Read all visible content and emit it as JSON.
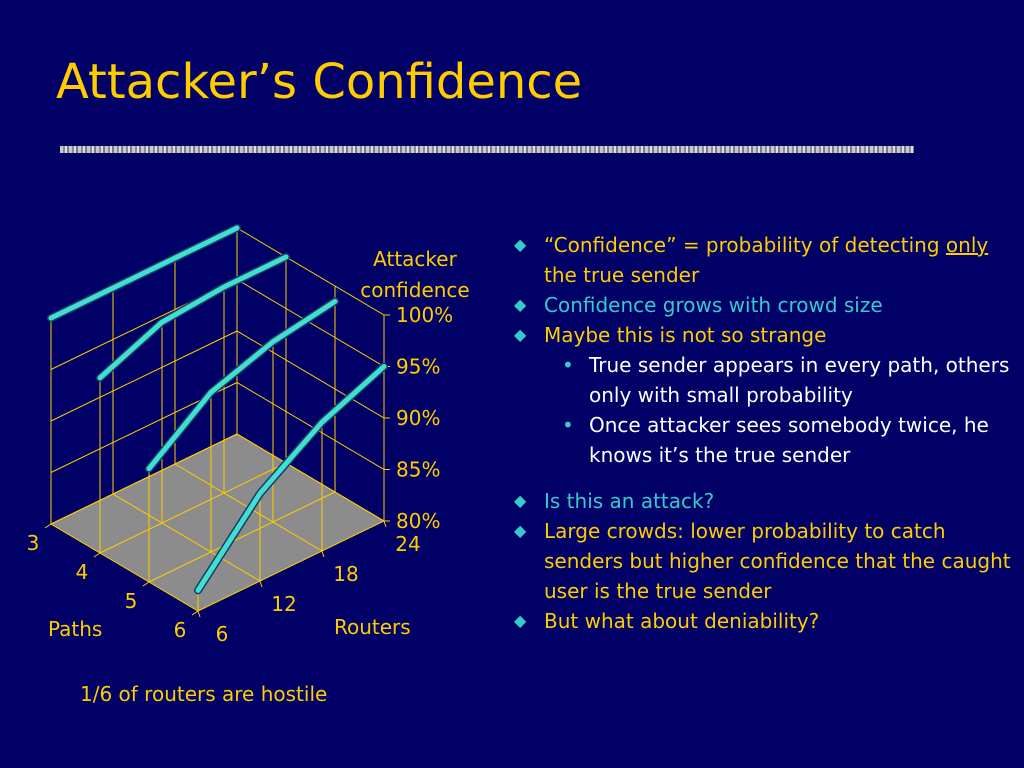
{
  "slide": {
    "title": "Attacker’s Confidence",
    "colors": {
      "background": "#000066",
      "title": "#FFCC00",
      "accent": "#33CCCC",
      "text": "#FFFFFF"
    }
  },
  "bullets": [
    {
      "level": 1,
      "color": "yellow",
      "parts": [
        "“Confidence” = probability of detecting ",
        "only",
        " the true sender"
      ],
      "underline_index": 1
    },
    {
      "level": 1,
      "color": "cyan",
      "text": "Confidence grows with crowd size"
    },
    {
      "level": 1,
      "color": "yellow",
      "text": "Maybe this is not so strange"
    },
    {
      "level": 2,
      "color": "white",
      "text": "True sender appears in every path, others only with small probability"
    },
    {
      "level": 2,
      "color": "white",
      "text": "Once attacker sees somebody twice, he knows it’s the true sender"
    },
    {
      "level": 1,
      "color": "cyan",
      "text": "Is this an attack?"
    },
    {
      "level": 1,
      "color": "yellow",
      "text": "Large crowds: lower probability to catch senders but higher confidence that the caught user is the true sender"
    },
    {
      "level": 1,
      "color": "yellow",
      "text": "But what about deniability?"
    }
  ],
  "chart_data": {
    "type": "line",
    "z_label": "Attacker confidence",
    "z_label_lines": [
      "Attacker",
      "confidence"
    ],
    "z_ticks": [
      "80%",
      "85%",
      "90%",
      "95%",
      "100%"
    ],
    "zlim": [
      80,
      100
    ],
    "x_label": "Routers",
    "x": [
      6,
      12,
      18,
      24
    ],
    "y_label": "Paths",
    "y": [
      3,
      4,
      5,
      6
    ],
    "series": [
      {
        "paths": 3,
        "values": [
          100,
          100,
          100,
          100
        ]
      },
      {
        "paths": 4,
        "values": [
          97,
          99.5,
          100,
          100
        ]
      },
      {
        "paths": 5,
        "values": [
          91,
          95.5,
          97.5,
          98.5
        ]
      },
      {
        "paths": 6,
        "values": [
          82,
          88.5,
          92.5,
          95
        ]
      }
    ],
    "line_color": "#40E0D0",
    "floor_color": "#8C8C8C",
    "grid_color": "#FFCC00"
  },
  "footnote": "1/6 of routers are hostile"
}
